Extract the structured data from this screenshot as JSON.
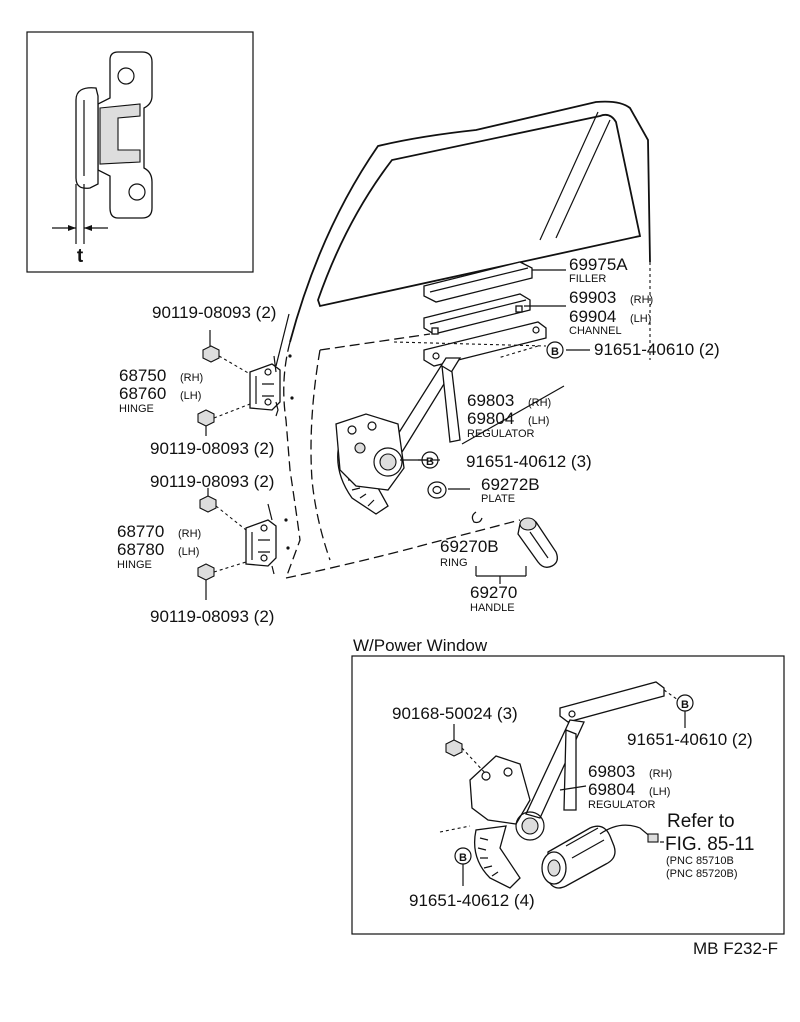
{
  "diagram_code": "MB F232-F",
  "inset_label": "t",
  "hinge_upper": {
    "bolt_top": "90119-08093 (2)",
    "pn_rh": "68750",
    "rh": "(RH)",
    "pn_lh": "68760",
    "lh": "(LH)",
    "name": "HINGE",
    "bolt_bottom": "90119-08093 (2)"
  },
  "hinge_lower": {
    "bolt_top": "90119-08093 (2)",
    "pn_rh": "68770",
    "rh": "(RH)",
    "pn_lh": "68780",
    "lh": "(LH)",
    "name": "HINGE",
    "bolt_bottom": "90119-08093 (2)"
  },
  "filler": {
    "pn": "69975A",
    "name": "FILLER"
  },
  "channel": {
    "pn_rh": "69903",
    "rh": "(RH)",
    "pn_lh": "69904",
    "lh": "(LH)",
    "name": "CHANNEL"
  },
  "bolt_b_upper": {
    "marker": "B",
    "pn": "91651-40610 (2)"
  },
  "regulator": {
    "pn_rh": "69803",
    "rh": "(RH)",
    "pn_lh": "69804",
    "lh": "(LH)",
    "name": "REGULATOR"
  },
  "bolt_b_lower": {
    "marker": "B",
    "pn": "91651-40612 (3)"
  },
  "plate": {
    "pn": "69272B",
    "name": "PLATE"
  },
  "ring": {
    "pn": "69270B",
    "name": "RING"
  },
  "handle": {
    "pn": "69270",
    "name": "HANDLE"
  },
  "power_window": {
    "title": "W/Power Window",
    "screw": "90168-50024 (3)",
    "bolt_b_upper": {
      "marker": "B",
      "pn": "91651-40610 (2)"
    },
    "regulator": {
      "pn_rh": "69803",
      "rh": "(RH)",
      "pn_lh": "69804",
      "lh": "(LH)",
      "name": "REGULATOR"
    },
    "refer_to": "Refer to",
    "fig": "FIG. 85-11",
    "pnc1": "(PNC 85710B",
    "pnc2": "(PNC 85720B)",
    "bolt_b_lower": {
      "marker": "B",
      "pn": "91651-40612 (4)"
    }
  }
}
